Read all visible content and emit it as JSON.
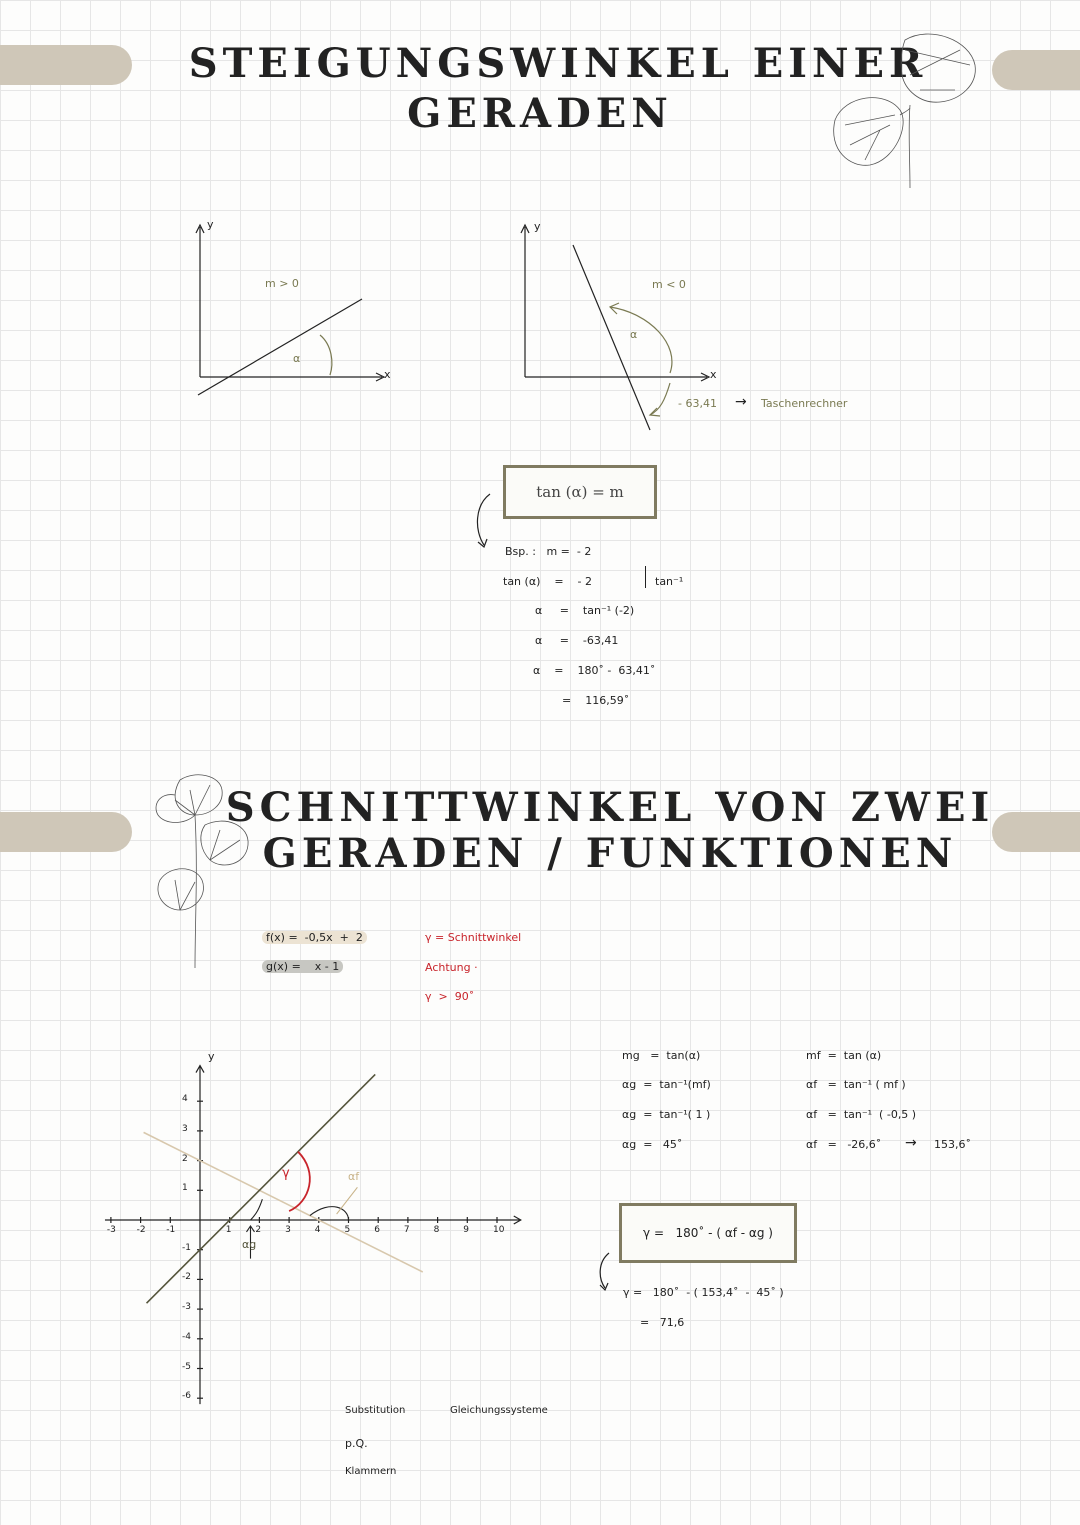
{
  "section1": {
    "title_line1": "Steigungswinkel einer",
    "title_line2": "Geraden",
    "graph_left": {
      "y_label": "y",
      "x_label": "x",
      "slope_label": "m > 0",
      "angle_label": "α"
    },
    "graph_right": {
      "y_label": "y",
      "x_label": "x",
      "slope_label": "m < 0",
      "angle_label": "α",
      "note_value": "- 63,41",
      "note_arrow": "→",
      "note_text": "Taschenrechner"
    },
    "formula_box": "tan (α) = m",
    "example": {
      "line1": "Bsp. :   m =  - 2",
      "line2_left": "tan (α)    =    - 2",
      "line2_right": "tan⁻¹",
      "line3": "α     =    tan⁻¹ (-2)",
      "line4": "α     =    -63,41",
      "line5": "α    =    180˚ -  63,41˚",
      "line6": "=    116,59˚"
    }
  },
  "section2": {
    "title_line1": "Schnittwinkel von zwei",
    "title_line2": "Geraden / Funktionen",
    "f_def": "f(x) =  -0,5x  +  2",
    "g_def": "g(x) =    x - 1",
    "gamma_def": "γ =  Schnittwinkel",
    "achtung": "Achtung  ·",
    "gamma_cond": "γ  >  90˚",
    "coordinate_graph": {
      "y_label": "y",
      "x_ticks": [
        "-3",
        "-2",
        "-1",
        "1",
        "2",
        "3",
        "4",
        "5",
        "6",
        "7",
        "8",
        "9",
        "10"
      ],
      "y_ticks": [
        "4",
        "3",
        "2",
        "1",
        "-1",
        "-2",
        "-3",
        "-4",
        "-5",
        "-6"
      ],
      "gamma_label": "γ",
      "alpha_f_label": "αf",
      "alpha_g_label": "αg",
      "colors": {
        "f": "#d8c8ad",
        "g": "#55553c",
        "gamma": "#c8242b",
        "alpha_f": "#c9b48a"
      }
    },
    "calc_g": [
      "mg   =  tan(α)",
      "αg  =  tan⁻¹(mf)",
      "αg  =  tan⁻¹( 1 )",
      "αg  =   45˚"
    ],
    "calc_f": [
      "mf  =  tan (α)",
      "αf   =  tan⁻¹ ( mf )",
      "αf   =  tan⁻¹  ( -0,5 )",
      "αf   =   -26,6˚"
    ],
    "calc_f_result_arrow": "→",
    "calc_f_result": "153,6˚",
    "gamma_box": "γ =   180˚ - ( αf - αg )",
    "gamma_calc1": "γ =   180˚  - ( 153,4˚  -  45˚ )",
    "gamma_calc2": "=   71,6",
    "notes": {
      "substitution": "Substitution",
      "pq": "p.Q.",
      "klammern": "Klammern",
      "gleichungssysteme": "Gleichungssysteme"
    }
  }
}
